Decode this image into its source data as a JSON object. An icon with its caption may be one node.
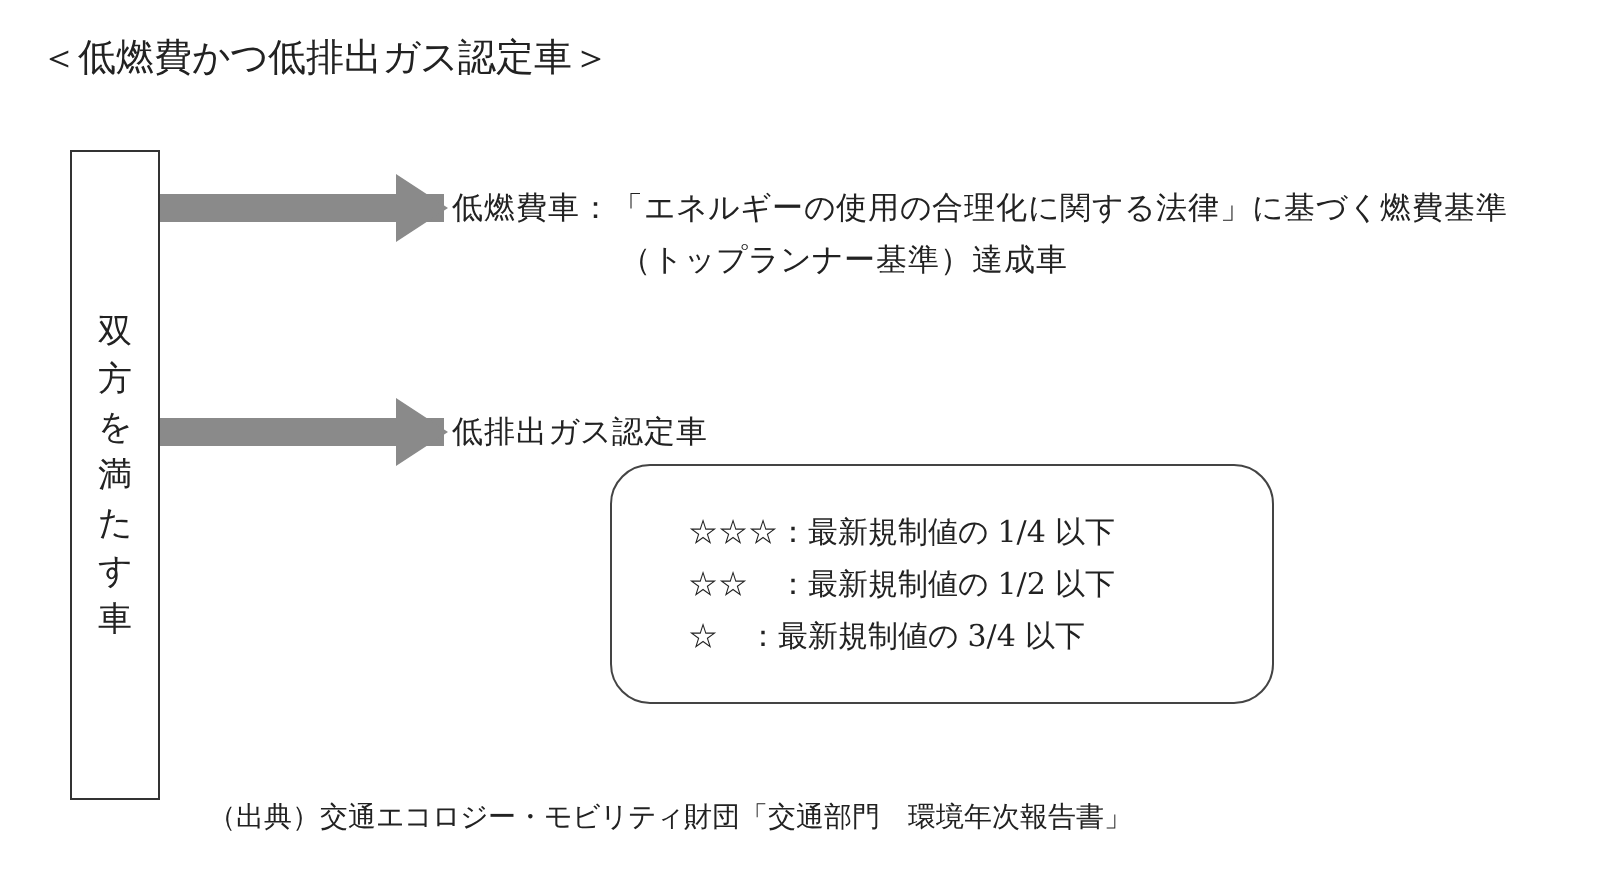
{
  "diagram": {
    "title": "＜低燃費かつ低排出ガス認定車＞",
    "nodes": [
      {
        "text": [
          "双方を満たす車"
        ]
      },
      {
        "text": [
          "低燃費車：「エネルギーの使用の合理化に関する法律」に基づく燃費基準（トップランナー基準）達成車"
        ]
      },
      {
        "text": [
          "低排出ガス認定車"
        ]
      },
      {
        "text": [
          "☆☆☆：最新規制値の 1/4 以下",
          "☆☆　：最新規制値の 1/2 以下",
          "☆　：最新規制値の 3/4 以下"
        ]
      }
    ],
    "edges": [
      {
        "from": 0,
        "to": 1,
        "arrow": "to"
      },
      {
        "from": 0,
        "to": 2,
        "arrow": "to"
      }
    ],
    "caption": "（出典）交通エコロジー・モビリティ財団「交通部門　環境年次報告書」"
  }
}
